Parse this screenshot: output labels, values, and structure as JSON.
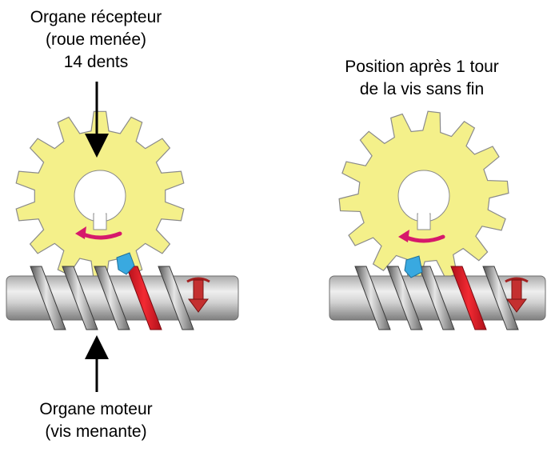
{
  "labels": {
    "receiver": {
      "line1": "Organe récepteur",
      "line2": "(roue menée)",
      "line3": "14 dents"
    },
    "after_turn": {
      "line1": "Position après 1 tour",
      "line2": "de la vis sans fin"
    },
    "driver": {
      "line1": "Organe moteur",
      "line2": "(vis menante)"
    }
  },
  "gear": {
    "teeth": 14
  },
  "colors": {
    "gear_fill": "#f4f08a",
    "gear_stroke": "#8a8a8a",
    "shaft_light": "#e6e6e6",
    "shaft_dark": "#8c8c8c",
    "thread_light": "#dcdcdc",
    "thread_dark": "#5e5e5e",
    "highlight_thread": "#e21b23",
    "marked_tooth": "#39a9e0",
    "rotation_arrow": "#d6196b",
    "shaft_rotation_arrow": "#a32020"
  }
}
